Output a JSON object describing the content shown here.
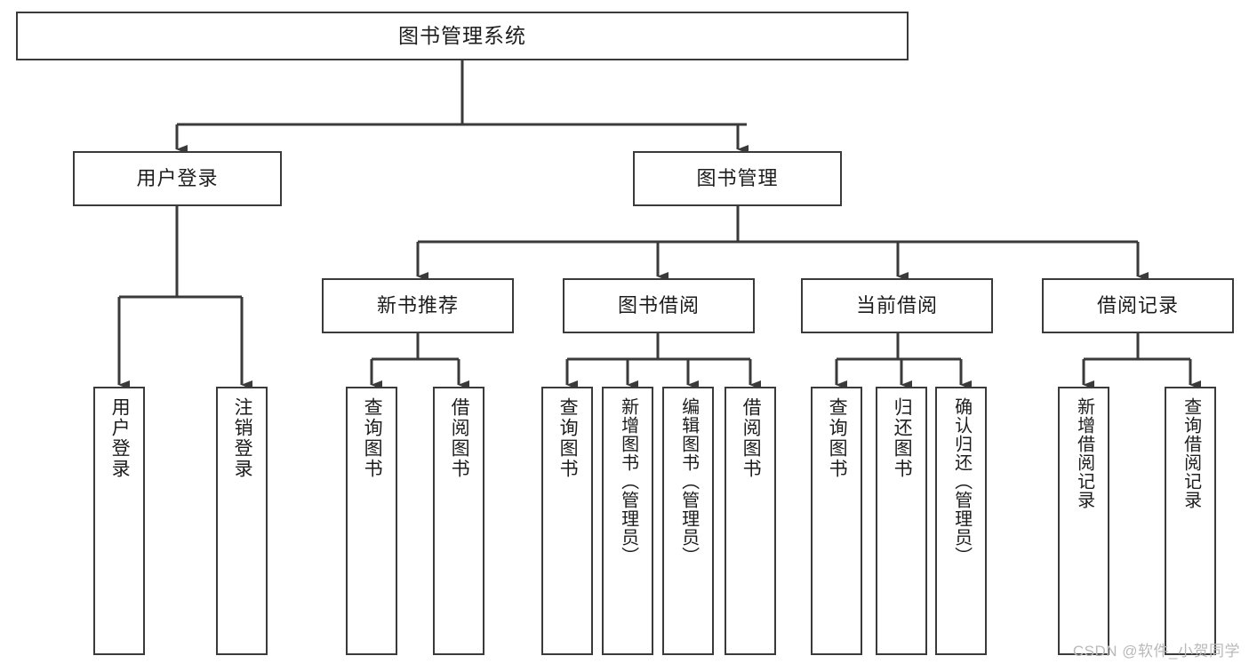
{
  "diagram": {
    "title": "图书管理系统",
    "watermark": "CSDN @软件_小贺同学",
    "stroke_color": "#3a3a3a",
    "background_color": "#ffffff",
    "text_color": "#1d1d1d",
    "type": "tree-hierarchy-chart",
    "levels": 4,
    "root": {
      "label": "图书管理系统"
    },
    "level2": [
      {
        "label": "用户登录"
      },
      {
        "label": "图书管理"
      }
    ],
    "level3": [
      {
        "label": "新书推荐",
        "parent": "图书管理"
      },
      {
        "label": "图书借阅",
        "parent": "图书管理"
      },
      {
        "label": "当前借阅",
        "parent": "图书管理"
      },
      {
        "label": "借阅记录",
        "parent": "图书管理"
      }
    ],
    "leaves": [
      {
        "label": "用户登录",
        "parent": "用户登录"
      },
      {
        "label": "注销登录",
        "parent": "用户登录"
      },
      {
        "label": "查询图书",
        "parent": "新书推荐"
      },
      {
        "label": "借阅图书",
        "parent": "新书推荐"
      },
      {
        "label": "查询图书",
        "parent": "图书借阅"
      },
      {
        "label": "新增图书（管理员）",
        "parent": "图书借阅"
      },
      {
        "label": "编辑图书（管理员）",
        "parent": "图书借阅"
      },
      {
        "label": "借阅图书",
        "parent": "图书借阅"
      },
      {
        "label": "查询图书",
        "parent": "当前借阅"
      },
      {
        "label": "归还图书",
        "parent": "当前借阅"
      },
      {
        "label": "确认归还（管理员）",
        "parent": "当前借阅"
      },
      {
        "label": "新增借阅记录",
        "parent": "借阅记录"
      },
      {
        "label": "查询借阅记录",
        "parent": "借阅记录"
      }
    ]
  }
}
